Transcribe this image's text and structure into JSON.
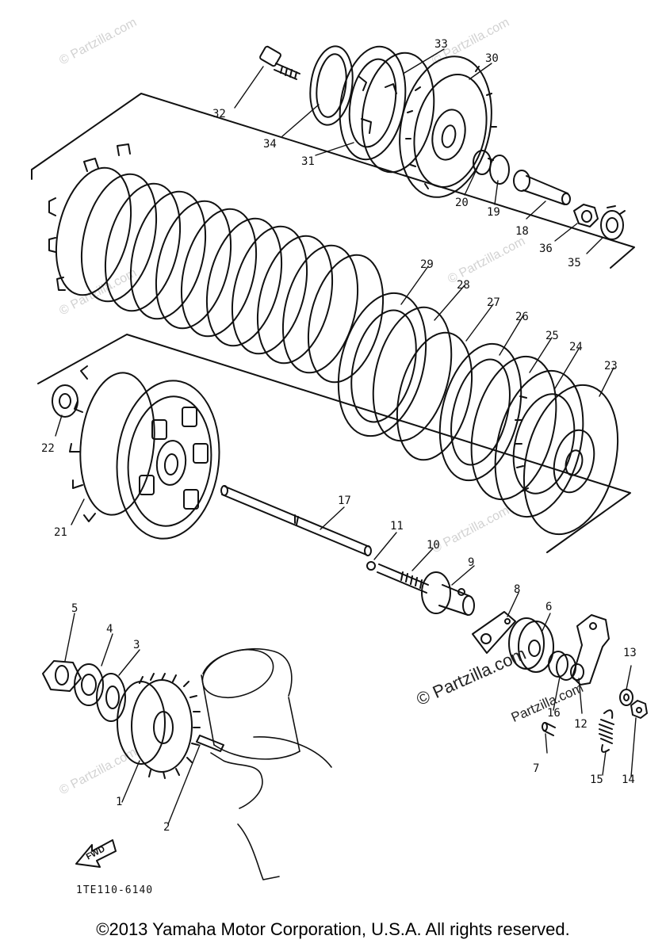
{
  "diagram_code": "1TE110-6140",
  "copyright": "©2013  Yamaha Motor Corporation, U.S.A. All rights reserved.",
  "watermark": "© Partzilla.com",
  "watermark_small": "Partzilla.com",
  "direction_label": "FWD",
  "part_labels": [
    "32",
    "33",
    "30",
    "34",
    "31",
    "20",
    "19",
    "18",
    "36",
    "35",
    "29",
    "28",
    "27",
    "26",
    "25",
    "24",
    "23",
    "22",
    "21",
    "17",
    "11",
    "10",
    "9",
    "8",
    "6",
    "5",
    "4",
    "3",
    "2",
    "1",
    "7",
    "16",
    "12",
    "13",
    "14",
    "15"
  ]
}
